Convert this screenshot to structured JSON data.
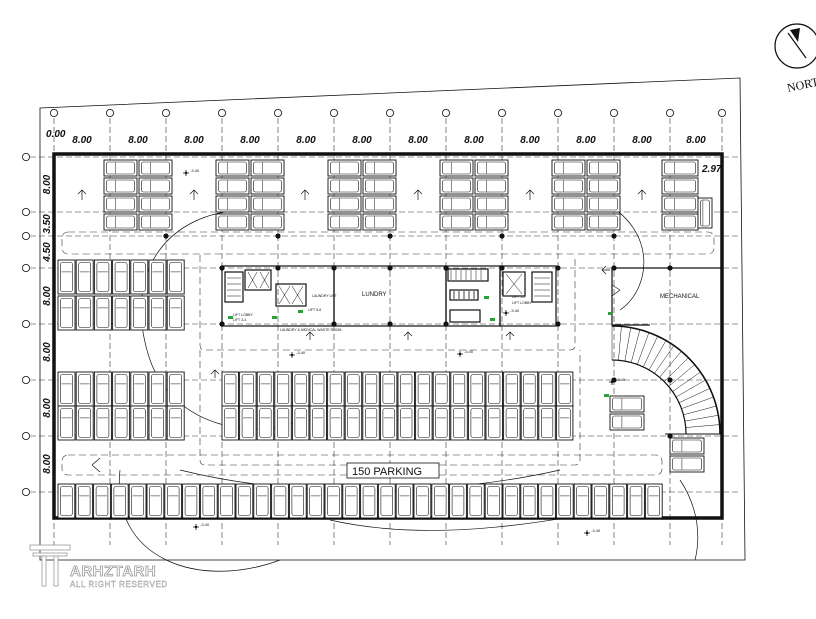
{
  "plan": {
    "top_spacing_labels": [
      "8.00",
      "8.00",
      "8.00",
      "8.00",
      "8.00",
      "8.00",
      "8.00",
      "8.00",
      "8.00",
      "8.00",
      "8.00",
      "8.00"
    ],
    "left_spacing_labels": [
      "8.00",
      "3.50",
      "4.50",
      "8.00",
      "8.00",
      "8.00",
      "8.00"
    ],
    "origin_label": "0.00",
    "corner_dimension": "2.97",
    "north_label": "NORTH",
    "parking_label": "150 PARKING",
    "room_labels": {
      "laundry": "LUNDRY",
      "mechanical": "MECHANICAL"
    },
    "small_labels": {
      "lobby_left": "LIFT LOBBY",
      "lift_left": "LIFT 3-4",
      "laundry_lift": "LAUNDRY LIFT",
      "lift_mid": "LIFT 5-6",
      "service_corridor": "LAUNDRY & MEDICAL WASTE ROOM",
      "lift_right": "LIFT 1-2",
      "lobby_right": "LIFT LOBBY"
    },
    "level_marks": [
      "-3.40",
      "-3.40",
      "-3.40",
      "-3.40",
      "-3.40",
      "-3.40",
      "-3.40"
    ]
  },
  "watermark": {
    "brand": "ARHZTARH",
    "tagline": "ALL RIGHT RESERVED"
  },
  "colors": {
    "line": "#111111",
    "watermark": "#9a9a9a",
    "ramp_green": "#2e9e3a"
  }
}
